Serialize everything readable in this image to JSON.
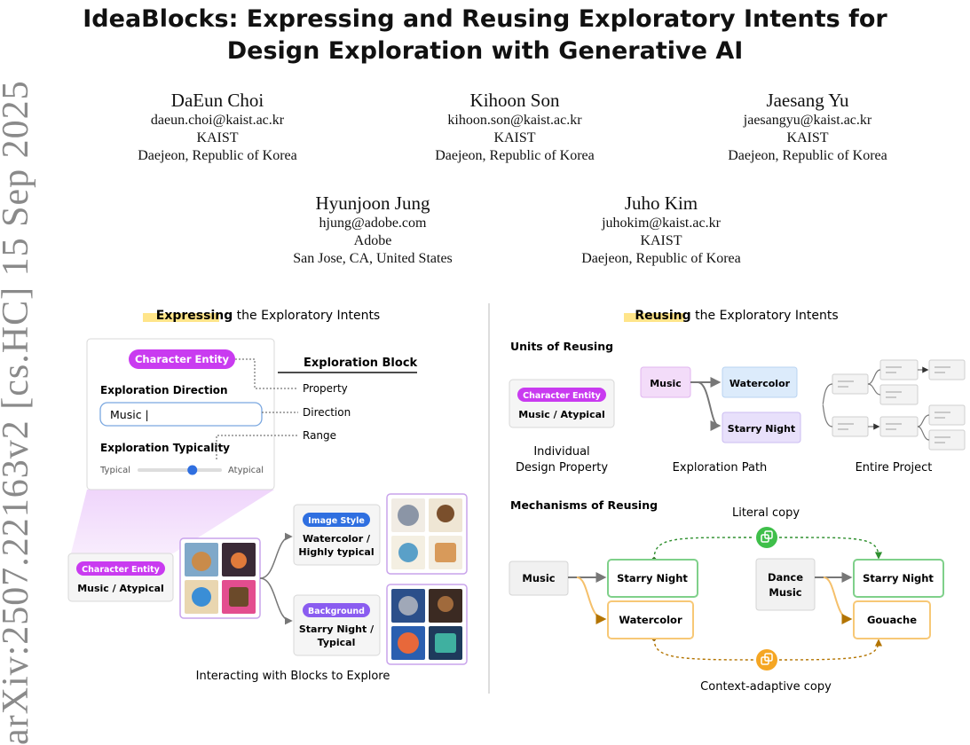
{
  "sidebar": {
    "arxiv_id": "arXiv:2507.22163v2  [cs.HC]  15 Sep 2025"
  },
  "paper": {
    "title_line1": "IdeaBlocks: Expressing and Reusing Exploratory Intents for",
    "title_line2": "Design Exploration with Generative AI",
    "authors": [
      {
        "name": "DaEun Choi",
        "email": "daeun.choi@kaist.ac.kr",
        "affiliation": "KAIST",
        "location": "Daejeon, Republic of Korea"
      },
      {
        "name": "Kihoon Son",
        "email": "kihoon.son@kaist.ac.kr",
        "affiliation": "KAIST",
        "location": "Daejeon, Republic of Korea"
      },
      {
        "name": "Jaesang Yu",
        "email": "jaesangyu@kaist.ac.kr",
        "affiliation": "KAIST",
        "location": "Daejeon, Republic of Korea"
      },
      {
        "name": "Hyunjoon Jung",
        "email": "hjung@adobe.com",
        "affiliation": "Adobe",
        "location": "San Jose, CA, United States"
      },
      {
        "name": "Juho Kim",
        "email": "juhokim@kaist.ac.kr",
        "affiliation": "KAIST",
        "location": "Daejeon, Republic of Korea"
      }
    ]
  },
  "figure": {
    "left": {
      "heading_bold": "Expressing",
      "heading_rest": " the Exploratory Intents",
      "block_title": "Exploration Block",
      "entity_chip": "Character Entity",
      "direction_label": "Exploration Direction",
      "direction_value": "Music |",
      "typicality_label": "Exploration Typicality",
      "slider_min": "Typical",
      "slider_max": "Atypical",
      "slider_value": 0.65,
      "callout_property": "Property",
      "callout_direction": "Direction",
      "callout_range": "Range",
      "src_chip": "Character Entity",
      "src_value": "Music / Atypical",
      "branch1_chip": "Image Style",
      "branch1_value_line1": "Watercolor /",
      "branch1_value_line2": "Highly typical",
      "branch2_chip": "Background",
      "branch2_value_line1": "Starry Night /",
      "branch2_value_line2": "Typical",
      "caption": "Interacting with Blocks to Explore"
    },
    "right": {
      "heading_bold": "Reusing",
      "heading_rest": " the Exploratory Intents",
      "units_title": "Units of Reusing",
      "unit_chip": "Character Entity",
      "unit_value": "Music / Atypical",
      "unit1_caption_line1": "Individual",
      "unit1_caption_line2": "Design Property",
      "path_music": "Music",
      "path_watercolor": "Watercolor",
      "path_starry": "Starry Night",
      "unit2_caption": "Exploration Path",
      "unit3_caption": "Entire Project",
      "mechanisms_title": "Mechanisms of Reusing",
      "literal_copy": "Literal copy",
      "adaptive_copy": "Context-adaptive copy",
      "mech_music": "Music",
      "mech_starry1": "Starry Night",
      "mech_watercolor": "Watercolor",
      "mech_dance_line1": "Dance",
      "mech_dance_line2": "Music",
      "mech_starry2": "Starry Night",
      "mech_gouache": "Gouache"
    },
    "colors": {
      "chip_purple": "#c93bf0",
      "chip_blue": "#2f6fe0",
      "chip_violet": "#8a5cf0",
      "highlight": "#ffe58a",
      "green": "#3fbf4a",
      "orange": "#f5a623"
    }
  }
}
